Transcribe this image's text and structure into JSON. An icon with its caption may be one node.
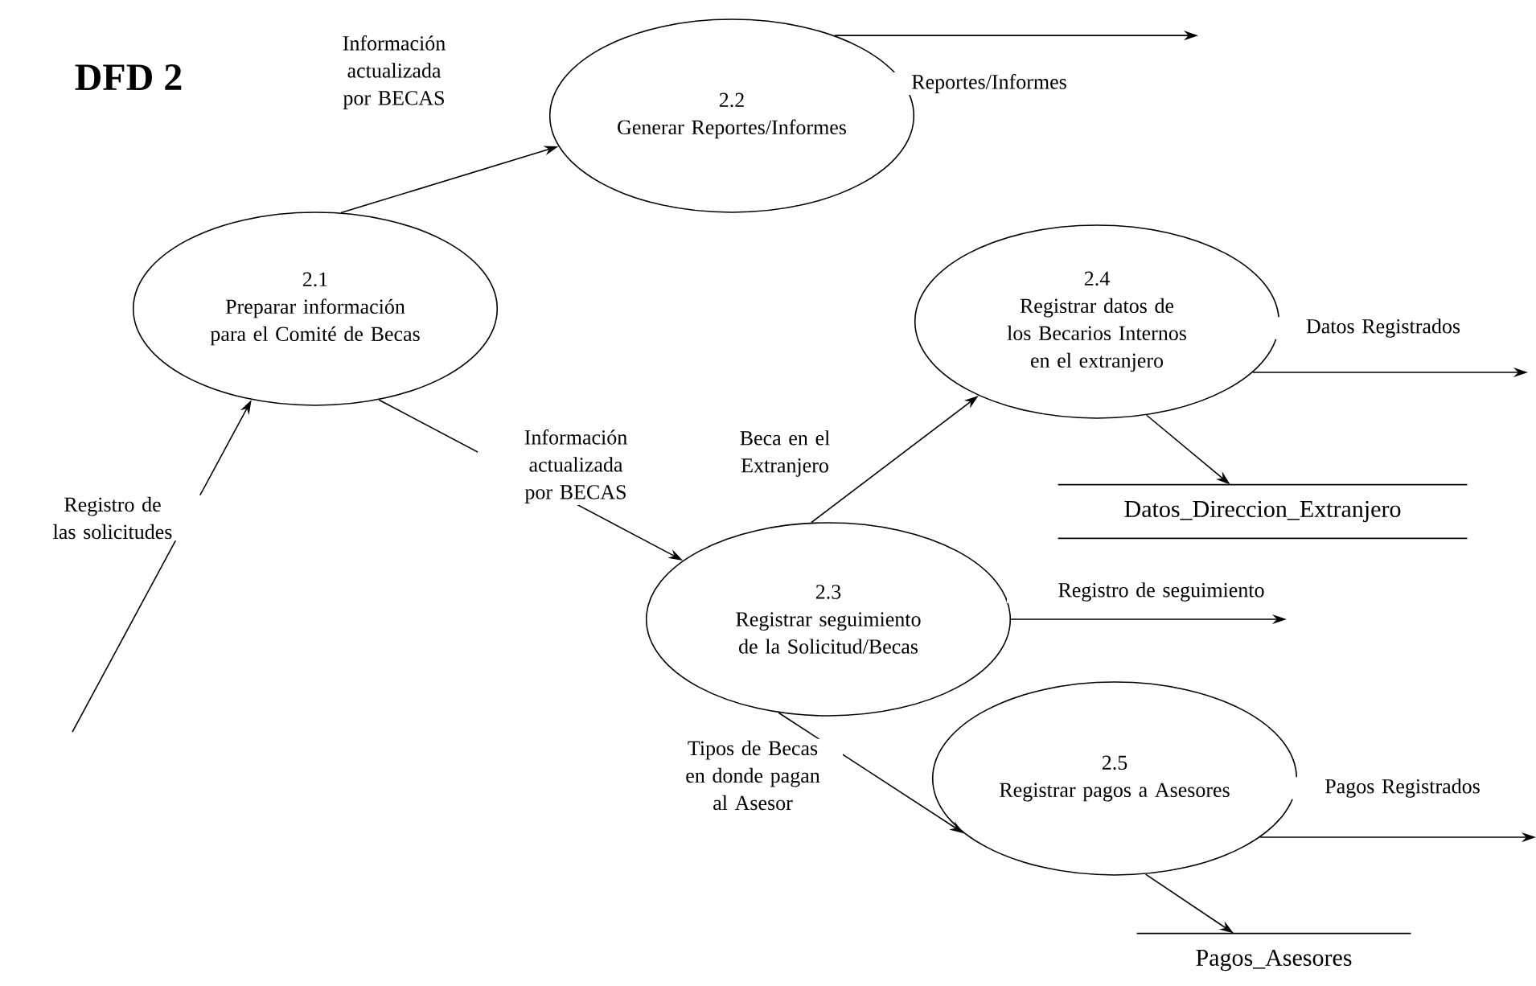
{
  "diagram": {
    "title": "DFD 2",
    "nodes": [
      {
        "text": [
          "2.1",
          "Preparar información para el Comité de Becas"
        ]
      },
      {
        "text": [
          "2.2",
          "Generar Reportes/Informes"
        ]
      },
      {
        "text": [
          "2.3",
          "Registrar seguimiento de la Solicitud/Becas"
        ]
      },
      {
        "text": [
          "2.4",
          "Registrar datos de los Becarios Internos en el extranjero"
        ]
      },
      {
        "text": [
          "2.5",
          "Registrar pagos a Asesores"
        ]
      },
      {
        "text": [
          "Datos_Direccion_Extranjero"
        ]
      },
      {
        "text": [
          "Pagos_Asesores"
        ]
      }
    ],
    "edges": [
      {
        "from": null,
        "to": 0,
        "arrow": "to",
        "label": "Registro de las solicitudes"
      },
      {
        "from": 0,
        "to": 1,
        "arrow": "to",
        "label": "Información actualizada por BECAS"
      },
      {
        "from": 1,
        "to": null,
        "arrow": "to",
        "label": "Reportes/Informes"
      },
      {
        "from": 0,
        "to": 2,
        "arrow": "to",
        "label": "Información actualizada por BECAS"
      },
      {
        "from": 2,
        "to": 3,
        "arrow": "to",
        "label": "Beca en el Extranjero"
      },
      {
        "from": 3,
        "to": null,
        "arrow": "to",
        "label": "Datos Registrados"
      },
      {
        "from": 3,
        "to": 5,
        "arrow": "to"
      },
      {
        "from": 2,
        "to": null,
        "arrow": "to",
        "label": "Registro de seguimiento"
      },
      {
        "from": 2,
        "to": 4,
        "arrow": "to",
        "label": "Tipos de Becas en donde pagan al Asesor"
      },
      {
        "from": 4,
        "to": null,
        "arrow": "to",
        "label": "Pagos Registrados"
      },
      {
        "from": 4,
        "to": 6,
        "arrow": "to"
      }
    ]
  }
}
